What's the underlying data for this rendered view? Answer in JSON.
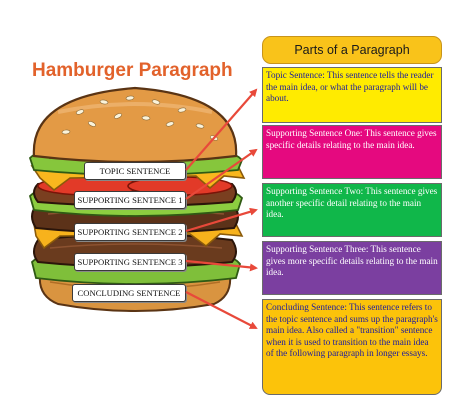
{
  "title": "Hamburger Paragraph",
  "header": "Parts of a Paragraph",
  "burger_labels": {
    "topic": "TOPIC SENTENCE",
    "supporting_1": "SUPPORTING SENTENCE 1",
    "supporting_2": "SUPPORTING SENTENCE 2",
    "supporting_3": "SUPPORTING SENTENCE 3",
    "concluding": "CONCLUDING SENTENCE"
  },
  "boxes": {
    "topic": {
      "text": "Topic Sentence: This sentence tells the reader the main idea, or what the paragraph will be about.",
      "color": "#ffeb00",
      "text_color": "#1a1aa0"
    },
    "supporting_1": {
      "text": "Supporting Sentence One: This sentence gives specific details relating to the main idea.",
      "color": "#e5097f",
      "text_color": "#ffffff"
    },
    "supporting_2": {
      "text": "Supporting Sentence Two: This sentence gives another specific detail relating to the main idea.",
      "color": "#10b74a",
      "text_color": "#ffffff"
    },
    "supporting_3": {
      "text": "Supporting Sentence Three: This sentence gives more specific details relating to the main idea.",
      "color": "#7b3fa0",
      "text_color": "#ffffff"
    },
    "concluding": {
      "text": "Concluding Sentence: This sentence refers to the topic sentence and sums up the paragraph's main idea. Also called a \"transition\" sentence when it is used to transition to the main idea of the following paragraph in longer essays.",
      "color": "#fcc30a",
      "text_color": "#1a1aa0"
    }
  },
  "colors": {
    "title": "#e2622b",
    "header_box": "#f9c31a",
    "arrow": "#e8493a"
  }
}
